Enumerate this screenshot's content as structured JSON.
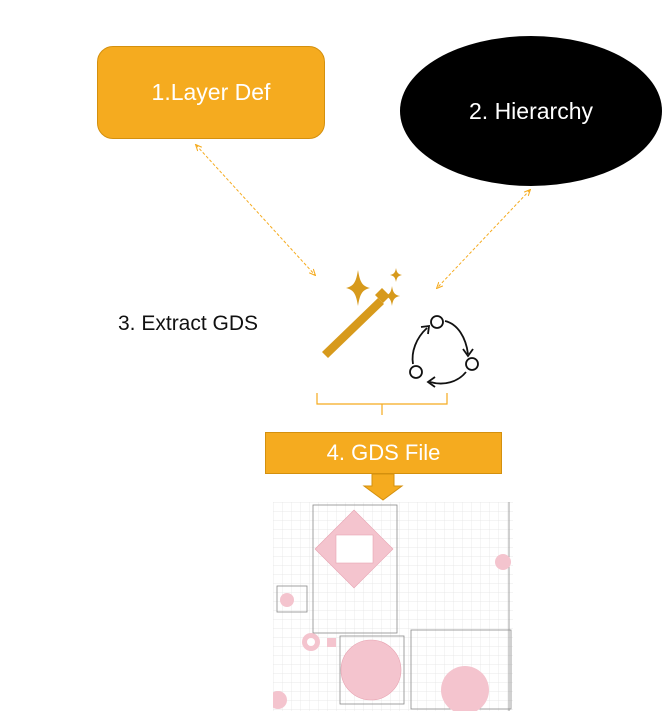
{
  "nodes": {
    "layer_def": "1.Layer Def",
    "hierarchy": "2. Hierarchy",
    "extract": "3. Extract GDS",
    "gds_file": "4. GDS File"
  },
  "colors": {
    "accent": "#F5AB1F",
    "accent_border": "#D4900E",
    "hierarchy_fill": "#000000",
    "layout_shape": "#F4C4CE",
    "grid": "#E3E3E3"
  },
  "icons": {
    "wand": "magic-wand-icon",
    "cycle": "cycle-arrows-icon"
  }
}
